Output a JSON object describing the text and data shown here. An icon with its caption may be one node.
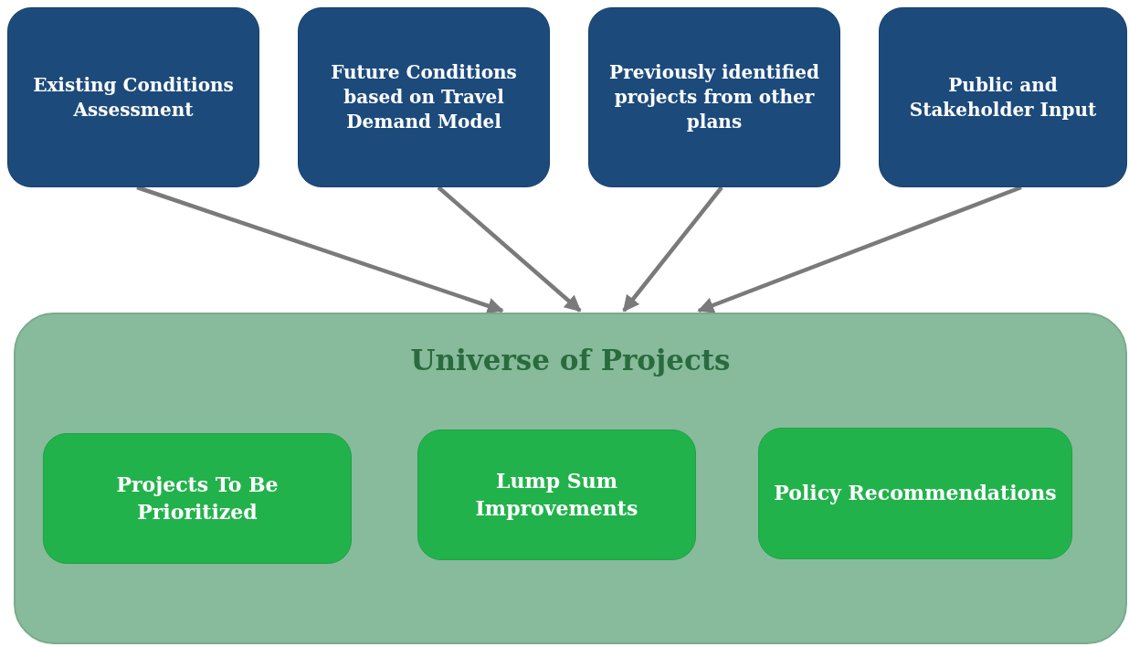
{
  "diagram": {
    "nodes": [
      {
        "text": [
          "Existing Conditions Assessment"
        ]
      },
      {
        "text": [
          "Future Conditions based on Travel Demand Model"
        ]
      },
      {
        "text": [
          "Previously identified projects from other plans"
        ]
      },
      {
        "text": [
          "Public and Stakeholder Input"
        ]
      },
      {
        "text": [
          "Universe of Projects"
        ]
      },
      {
        "text": [
          "Projects To Be Prioritized"
        ],
        "in": 4
      },
      {
        "text": [
          "Lump Sum Improvements"
        ],
        "in": 4
      },
      {
        "text": [
          "Policy Recommendations"
        ],
        "in": 4
      }
    ],
    "edges": [
      {
        "from": 0,
        "to": 4,
        "arrow": "to"
      },
      {
        "from": 1,
        "to": 4,
        "arrow": "to"
      },
      {
        "from": 2,
        "to": 4,
        "arrow": "to"
      },
      {
        "from": 3,
        "to": 4,
        "arrow": "to"
      }
    ]
  }
}
